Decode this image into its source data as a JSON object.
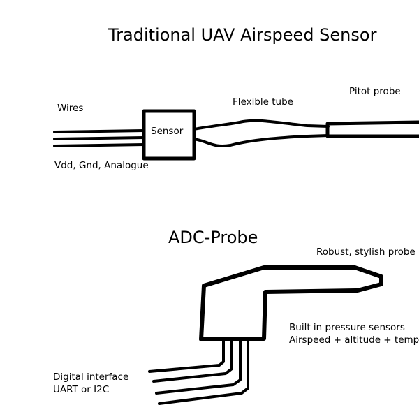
{
  "top_diagram": {
    "title": "Traditional UAV Airspeed Sensor",
    "wires_label": "Wires",
    "wires_caption": "Vdd, Gnd, Analogue",
    "sensor_label": "Sensor",
    "tube_label": "Flexible tube",
    "probe_label": "Pitot probe"
  },
  "bottom_diagram": {
    "title": "ADC-Probe",
    "probe_label": "Robust, stylish probe",
    "sensors_line1": "Built in pressure sensors",
    "sensors_line2": "Airspeed + altitude + temp",
    "interface_line1": "Digital interface",
    "interface_line2": "UART or I2C"
  },
  "colors": {
    "ink": "#000000",
    "background": "#ffffff"
  }
}
